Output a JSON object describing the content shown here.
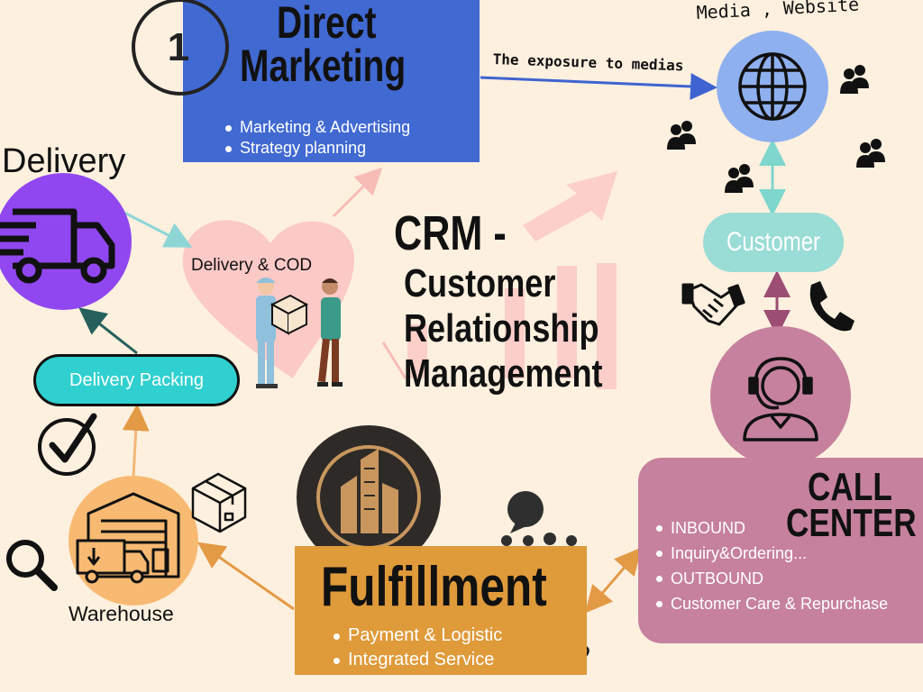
{
  "title": {
    "line1": "CRM -",
    "line2": "Customer",
    "line3": "Relationship",
    "line4": "Management"
  },
  "direct_marketing": {
    "step_number": "1",
    "title_line1": "Direct",
    "title_line2": "Marketing",
    "bullets": [
      "Marketing & Advertising",
      "Strategy planning"
    ]
  },
  "media": {
    "label": "Media , Website",
    "arrow_label": "The exposure to medias"
  },
  "customer": {
    "label": "Customer"
  },
  "call_center": {
    "title_line1": "CALL",
    "title_line2": "CENTER",
    "bullets": [
      "INBOUND",
      "Inquiry&Ordering...",
      "OUTBOUND",
      "Customer Care & Repurchase"
    ]
  },
  "fulfillment": {
    "title": "Fulfillment",
    "bullets": [
      "Payment & Logistic",
      "Integrated Service"
    ]
  },
  "warehouse": {
    "label": "Warehouse"
  },
  "delivery_packing": {
    "label": "Delivery Packing"
  },
  "delivery": {
    "label": "Delivery"
  },
  "delivery_cod": {
    "label": "Delivery & COD"
  },
  "colors": {
    "background": "#fdf0df",
    "marketing_blue": "#4169d2",
    "globe_blue": "#8fb0ef",
    "customer_teal": "#9adcd6",
    "call_center_mauve": "#c6819e",
    "fulfillment_orange": "#df9a3a",
    "warehouse_orange": "#f8ba72",
    "delivery_purple": "#9147f0",
    "packing_cyan": "#2fd0cf",
    "heart_pink": "#fbc9c6"
  }
}
